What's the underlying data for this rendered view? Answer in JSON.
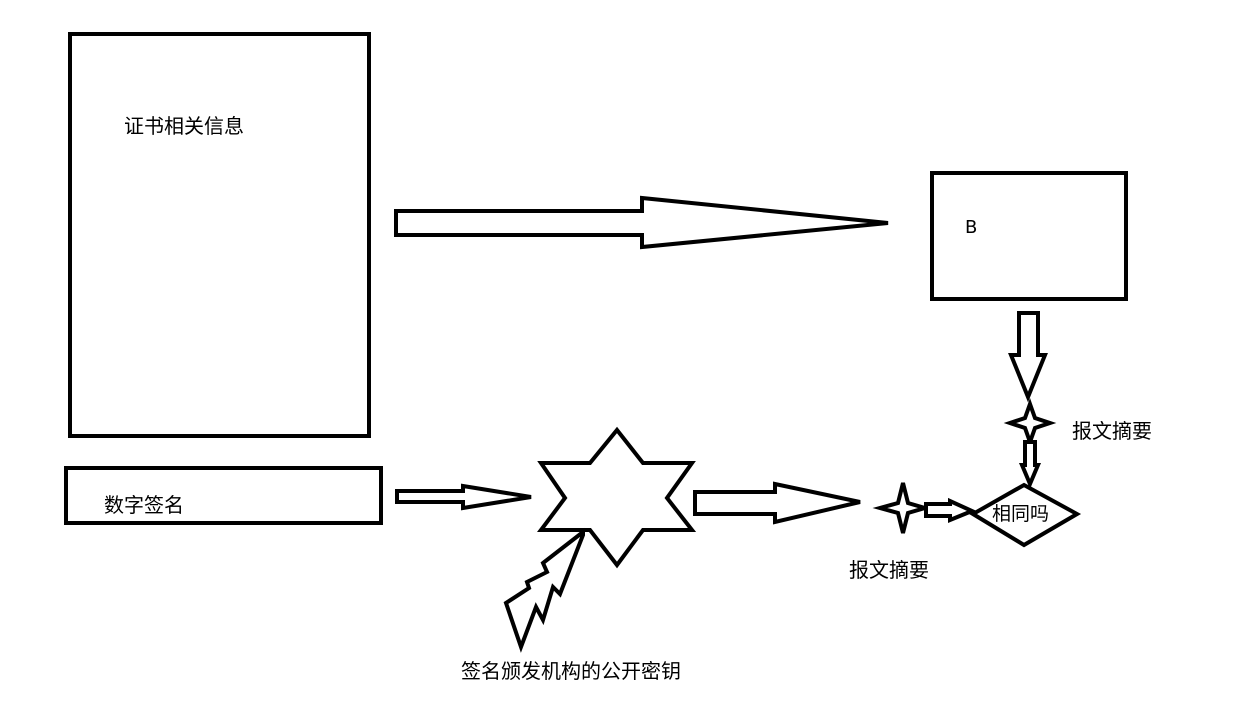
{
  "labels": {
    "cert_info": "证书相关信息",
    "digital_signature": "数字签名",
    "box_b": "B",
    "digest_top": "报文摘要",
    "digest_bottom": "报文摘要",
    "same_question": "相同吗",
    "ca_public_key": "签名颁发机构的公开密钥"
  }
}
